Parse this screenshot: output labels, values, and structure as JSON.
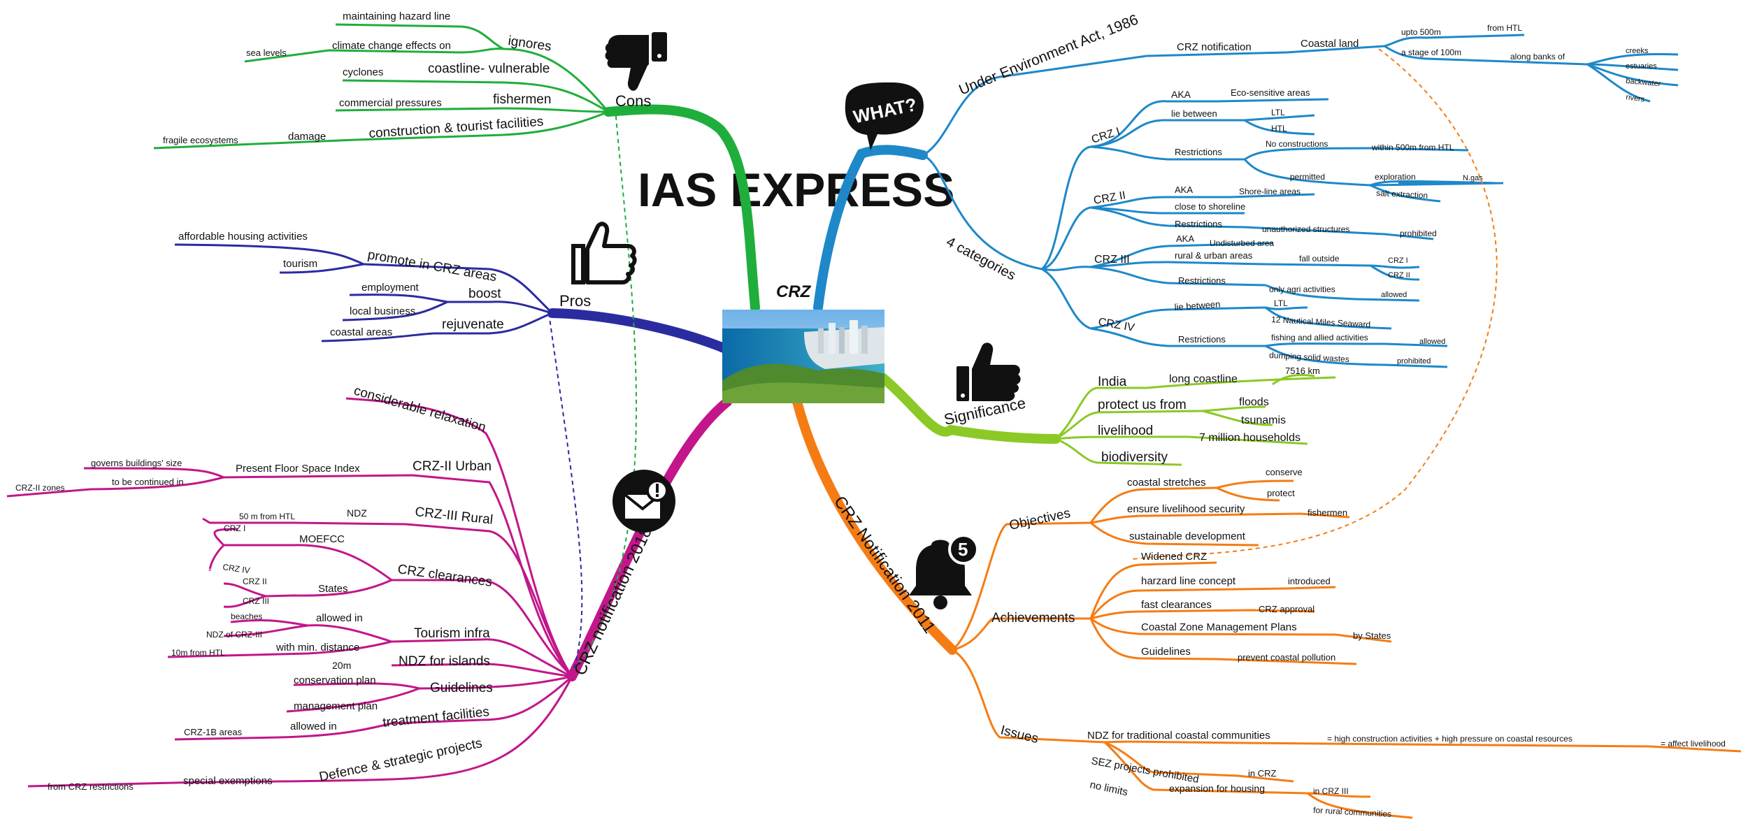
{
  "watermark": "IAS EXPRESS",
  "center": {
    "title": "CRZ",
    "image": "coastal-city-beach-photo"
  },
  "colors": {
    "what": "#1e88c9",
    "significance": "#8bc926",
    "notif2011": "#f57c14",
    "notif2018": "#c2168a",
    "pros": "#2b2ba0",
    "cons": "#1fae3c"
  },
  "icons": {
    "what": "what-speech-bubble",
    "cons": "thumbs-down",
    "pros": "thumbs-up",
    "significance": "thumbs-up",
    "notif2011": "bell-with-badge",
    "notif2018": "mail-alert",
    "notif2011_badge": "5"
  },
  "what": {
    "under_env_act": "Under Environment Act, 1986",
    "crz_notification": "CRZ notification",
    "coastal_land": "Coastal land",
    "upto_500m": "upto 500m",
    "from_htl": "from HTL",
    "stage_100m": "a stage of 100m",
    "along_banks": "along banks of",
    "creeks": "creeks",
    "estuaries": "estuaries",
    "backwater": "backwater",
    "rivers": "rivers",
    "four_categories": "4 categories",
    "crz1": {
      "label": "CRZ I",
      "aka": "AKA",
      "aka_val": "Eco-sensitive areas",
      "lie_between": "lie between",
      "ltl": "LTL",
      "htl": "HTL",
      "restrictions": "Restrictions",
      "no_constructions": "No constructions",
      "within_500m": "within 500m from HTL",
      "permitted": "permitted",
      "exploration": "exploration",
      "ngas": "N.gas",
      "salt_extraction": "salt extraction"
    },
    "crz2": {
      "label": "CRZ II",
      "aka": "AKA",
      "aka_val": "Shore-line areas",
      "close_shoreline": "close to shoreline",
      "restrictions": "Restrictions",
      "unauthorized": "unauthorized structures",
      "prohibited": "prohibited"
    },
    "crz3": {
      "label": "CRZ III",
      "aka": "AKA",
      "aka_val": "Undisturbed area",
      "rural_urban": "rural & urban areas",
      "fall_outside": "fall outside",
      "crz_i": "CRZ I",
      "crz_ii": "CRZ II",
      "restrictions": "Restrictions",
      "only_agri": "only agri activities",
      "allowed": "allowed"
    },
    "crz4": {
      "label": "CRZ IV",
      "lie_between": "lie between",
      "ltl": "LTL",
      "nautical": "12 Nautical Miles Seaward",
      "restrictions": "Restrictions",
      "fishing": "fishing and allied activities",
      "allowed": "allowed",
      "dumping": "dumping solid wastes",
      "prohibited": "prohibited"
    }
  },
  "significance": {
    "label": "Significance",
    "india": "India",
    "long_coastline": "long coastline",
    "km": "7516 km",
    "protect": "protect us from",
    "floods": "floods",
    "tsunamis": "tsunamis",
    "livelihood": "livelihood",
    "households": "7 million households",
    "biodiversity": "biodiversity"
  },
  "notif2011": {
    "label": "CRZ Notification 2011",
    "objectives": "Objectives",
    "coastal_stretches": "coastal stretches",
    "conserve": "conserve",
    "protect": "protect",
    "ensure_livelihood": "ensure livelihood security",
    "fishermen": "fishermen",
    "sustainable": "sustainable development",
    "achievements": "Achievements",
    "widened": "Widened CRZ",
    "hazard_concept": "harzard line concept",
    "introduced": "introduced",
    "fast_clearances": "fast clearances",
    "crz_approval": "CRZ approval",
    "czmp": "Coastal Zone Management Plans",
    "by_states": "by States",
    "guidelines": "Guidelines",
    "prevent_pollution": "prevent coastal pollution",
    "issues": "Issues",
    "ndz": "NDZ for traditional coastal communities",
    "high_construction": "= high construction activities + high pressure on coastal resources",
    "affect_livelihood": "= affect livelihood",
    "sez": "SEZ projects prohibited",
    "in_crz": "in CRZ",
    "no_limits": "no limits",
    "expansion_housing": "expansion for housing",
    "in_crz3": "in CRZ III",
    "for_rural": "for rural communities"
  },
  "notif2018": {
    "label": "CRZ notification 2018",
    "considerable": "considerable relaxation",
    "crz2_urban": "CRZ-II Urban",
    "fsi": "Present Floor Space Index",
    "governs": "governs buildings' size",
    "continued": "to be continued in",
    "crz2_zones": "CRZ-II zones",
    "crz3_rural": "CRZ-III Rural",
    "ndz": "NDZ",
    "from_htl": "50 m from HTL",
    "clearances": "CRZ clearances",
    "moefcc": "MOEFCC",
    "crz_i": "CRZ I",
    "crz_iv": "CRZ IV",
    "states": "States",
    "crz_ii": "CRZ II",
    "crz_iii": "CRZ III",
    "tourism": "Tourism infra",
    "allowed_in": "allowed in",
    "beaches": "beaches",
    "ndz_crz3": "NDZ of CRZ-III",
    "min_distance": "with min. distance",
    "ten_m": "10m from HTL",
    "ndz_islands": "NDZ for islands",
    "twenty_m": "20m",
    "guidelines": "Guidelines",
    "conservation": "conservation plan",
    "management": "management plan",
    "treatment": "treatment facilities",
    "allowed_in2": "allowed in",
    "crz1b": "CRZ-1B areas",
    "defence": "Defence & strategic projects",
    "special": "special exemptions",
    "from_crz": "from CRZ restrictions"
  },
  "pros": {
    "label": "Pros",
    "promote": "promote in CRZ areas",
    "affordable": "affordable housing activities",
    "tourism": "tourism",
    "boost": "boost",
    "employment": "employment",
    "local_business": "local business",
    "rejuvenate": "rejuvenate",
    "coastal_areas": "coastal areas"
  },
  "cons": {
    "label": "Cons",
    "ignores": "ignores",
    "maintaining": "maintaining hazard line",
    "climate": "climate change effects on",
    "sea_levels": "sea levels",
    "coastline": "coastline- vulnerable",
    "cyclones": "cyclones",
    "fishermen": "fishermen",
    "commercial": "commercial pressures",
    "construction": "construction & tourist facilities",
    "damage": "damage",
    "fragile": "fragile ecosystems"
  }
}
